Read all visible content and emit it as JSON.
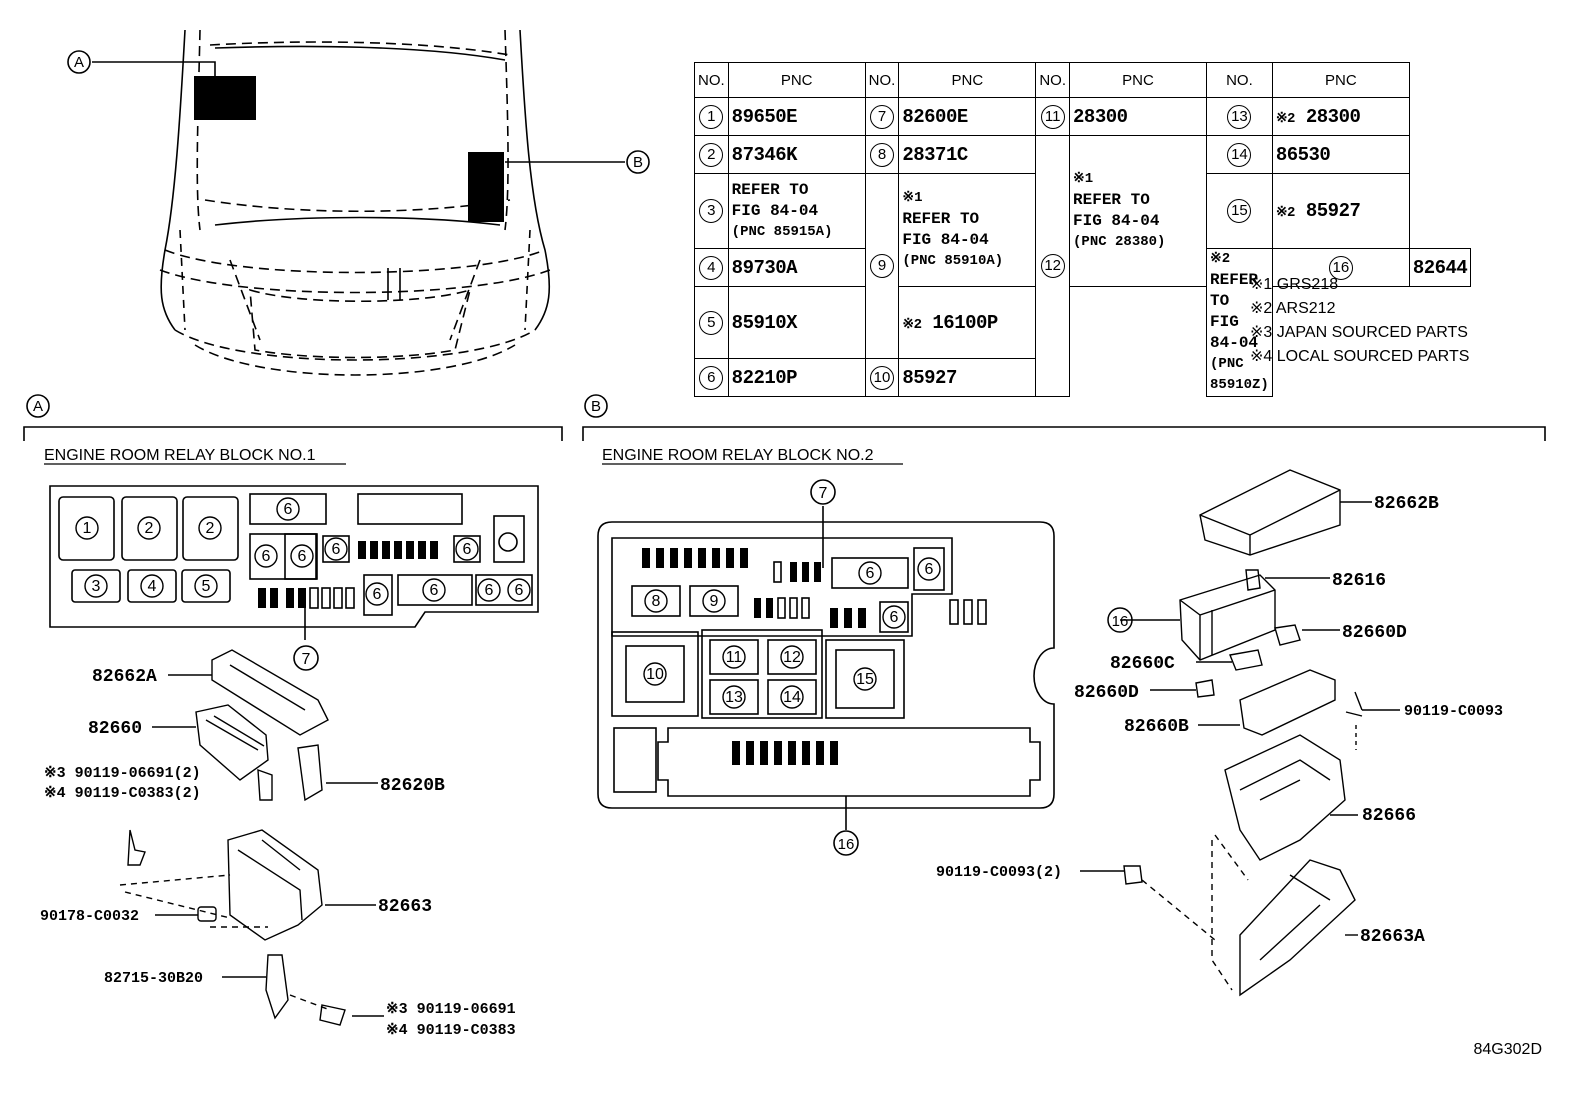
{
  "diagram_code": "84G302D",
  "section_markers": {
    "a": "A",
    "b": "B"
  },
  "block_titles": {
    "a": "ENGINE ROOM RELAY BLOCK NO.1",
    "b": "ENGINE ROOM RELAY BLOCK NO.2"
  },
  "table": {
    "headers": {
      "no": "NO.",
      "pnc": "PNC"
    },
    "col1": [
      {
        "no": "1",
        "pnc": "89650E"
      },
      {
        "no": "2",
        "pnc": "87346K"
      },
      {
        "no": "3",
        "pnc_lines": [
          "REFER TO",
          "FIG 84-04",
          "(PNC 85915A)"
        ]
      },
      {
        "no": "4",
        "pnc": "89730A"
      },
      {
        "no": "5",
        "pnc": "85910X"
      },
      {
        "no": "6",
        "pnc": "82210P"
      }
    ],
    "col2": {
      "r7": {
        "no": "7",
        "pnc": "82600E"
      },
      "r8": {
        "no": "8",
        "pnc": "28371C"
      },
      "r9": {
        "no": "9",
        "a_lines": [
          "※1",
          "REFER TO",
          "FIG 84-04",
          "(PNC 85910A)"
        ],
        "b_mark": "※2",
        "b_pnc": "16100P"
      },
      "r10": {
        "no": "10",
        "pnc": "85927"
      }
    },
    "col3": {
      "r11": {
        "no": "11",
        "pnc": "28300"
      },
      "r12": {
        "no": "12",
        "a_lines": [
          "※1",
          "REFER TO",
          "FIG 84-04",
          "(PNC 28380)"
        ],
        "b_lines": [
          "※2",
          "REFER TO",
          "FIG 84-04",
          "(PNC 85910Z)"
        ]
      }
    },
    "col4": [
      {
        "no": "13",
        "mark": "※2",
        "pnc": "28300"
      },
      {
        "no": "14",
        "mark": "",
        "pnc": "86530"
      },
      {
        "no": "15",
        "mark": "※2",
        "pnc": "85927"
      },
      {
        "no": "16",
        "mark": "",
        "pnc": "82644"
      }
    ]
  },
  "notes": [
    "※1 GRS218",
    "※2 ARS212",
    "※3 JAPAN SOURCED PARTS",
    "※4 LOCAL SOURCED PARTS"
  ],
  "block1_slots": [
    "1",
    "2",
    "2",
    "3",
    "4",
    "5",
    "6",
    "6",
    "6",
    "6",
    "6",
    "6",
    "6",
    "6",
    "6"
  ],
  "block1_callout": "7",
  "block2_slots": [
    "8",
    "9",
    "6",
    "6",
    "6",
    "10",
    "11",
    "12",
    "13",
    "14",
    "15"
  ],
  "block2_callouts": [
    "7",
    "16"
  ],
  "parts_a": {
    "p82662A": "82662A",
    "p82660": "82660",
    "p82620B": "82620B",
    "bolt_j": "※3 90119-06691(2)",
    "bolt_l": "※4 90119-C0383(2)",
    "p82663": "82663",
    "p90178": "90178-C0032",
    "p82715": "82715-30B20",
    "bolt2_j": "※3 90119-06691",
    "bolt2_l": "※4 90119-C0383"
  },
  "parts_b": {
    "p82662B": "82662B",
    "p82616": "82616",
    "p16": "16",
    "p82660D_r": "82660D",
    "p82660C": "82660C",
    "p82660D_l": "82660D",
    "p82660B": "82660B",
    "bolt_r": "90119-C0093",
    "p82666": "82666",
    "bolt_l": "90119-C0093(2)",
    "p82663A": "82663A"
  }
}
